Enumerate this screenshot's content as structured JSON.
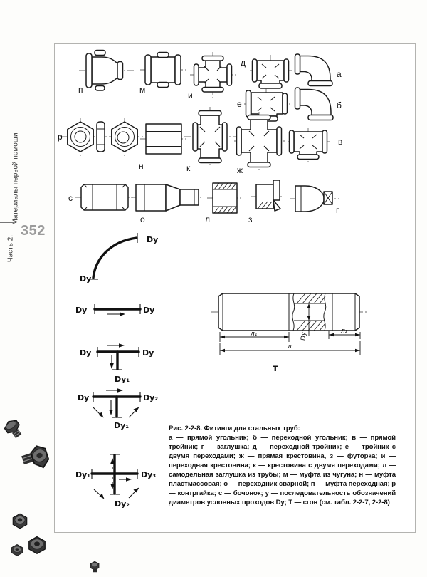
{
  "sidebar": {
    "part": "Часть 2.",
    "section": "Материалы первой помощи",
    "page_number": "352"
  },
  "figure": {
    "labels": {
      "p": "п",
      "m": "м",
      "i": "и",
      "d": "д",
      "a": "а",
      "e": "е",
      "b": "б",
      "r": "р",
      "n": "н",
      "k": "к",
      "zh": "ж",
      "v": "в",
      "s": "с",
      "o": "о",
      "l": "л",
      "z": "з",
      "g": "г",
      "t": "т"
    },
    "dy": {
      "plain": "Dy",
      "sub1": "Dy₁",
      "sub2": "Dy₂",
      "sub3": "Dy₃"
    },
    "dims": {
      "l1": "л₁",
      "l": "л",
      "l2": "л₂",
      "dy": "Dy"
    }
  },
  "caption": {
    "title": "Рис. 2-2-8. Фитинги для стальных труб:",
    "body": "а — прямой угольник; б — переходной угольник; в — прямой тройник; г — заглушка; д — переходной тройник; е — тройник с двумя переходами; ж — прямая крестовина, з — футорка; и — переходная крестовина; к — крестовина с двумя переходами; л — самодельная заглушка из трубы; м — муфта из чугуна; н — муфта пластмассовая; о — переходник сварной; п — муфта переходная; р — контргайка; с — бочонок; у — последовательность обозначений диаметров условных проходов Dy; Т — сгон (см. табл. 2-2-7, 2-2-8)"
  }
}
